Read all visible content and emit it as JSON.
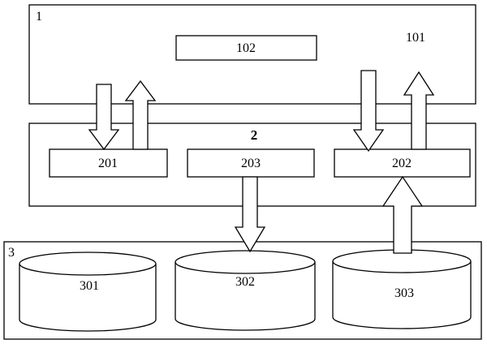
{
  "module_1": {
    "label": "1",
    "id_label": "101",
    "inner_box": "102"
  },
  "module_2": {
    "label": "2",
    "boxes": [
      "201",
      "203",
      "202"
    ]
  },
  "module_3": {
    "label": "3",
    "stores": [
      "301",
      "302",
      "303"
    ]
  }
}
